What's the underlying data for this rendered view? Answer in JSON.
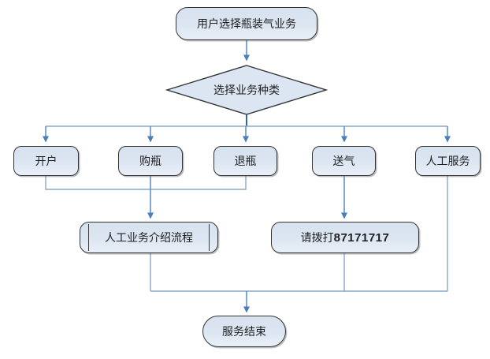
{
  "diagram_type": "flowchart",
  "nodes": {
    "start": {
      "label": "用户选择瓶装气业务",
      "shape": "terminator"
    },
    "decision": {
      "label": "选择业务种类",
      "shape": "diamond"
    },
    "options": [
      {
        "label": "开户"
      },
      {
        "label": "购瓶"
      },
      {
        "label": "退瓶"
      },
      {
        "label": "送气"
      },
      {
        "label": "人工服务"
      }
    ],
    "intro": {
      "label": "人工业务介绍流程",
      "shape": "predefined-process"
    },
    "call": {
      "prefix": "请拨打",
      "phone": "87171717"
    },
    "end": {
      "label": "服务结束",
      "shape": "terminator"
    }
  },
  "edges": [
    {
      "from": "start",
      "to": "decision",
      "arrow": true
    },
    {
      "from": "decision",
      "to": "开户",
      "arrow": true
    },
    {
      "from": "decision",
      "to": "购瓶",
      "arrow": true
    },
    {
      "from": "decision",
      "to": "退瓶",
      "arrow": true
    },
    {
      "from": "decision",
      "to": "送气",
      "arrow": true
    },
    {
      "from": "decision",
      "to": "人工服务",
      "arrow": true
    },
    {
      "from": "开户",
      "to": "人工业务介绍流程",
      "arrow": false
    },
    {
      "from": "购瓶",
      "to": "人工业务介绍流程",
      "arrow": true
    },
    {
      "from": "退瓶",
      "to": "人工业务介绍流程",
      "arrow": false
    },
    {
      "from": "送气",
      "to": "请拨打87171717",
      "arrow": true
    },
    {
      "from": "人工服务",
      "to": "服务结束",
      "arrow": false
    },
    {
      "from": "人工业务介绍流程",
      "to": "服务结束",
      "arrow": false
    },
    {
      "from": "请拨打87171717",
      "to": "服务结束",
      "arrow": true
    }
  ],
  "colors": {
    "node-fill": "#dce6f2",
    "node-border": "#333333",
    "line": "#89a8cc",
    "line-dark": "#36639c",
    "arrow": "#4a7eba"
  }
}
